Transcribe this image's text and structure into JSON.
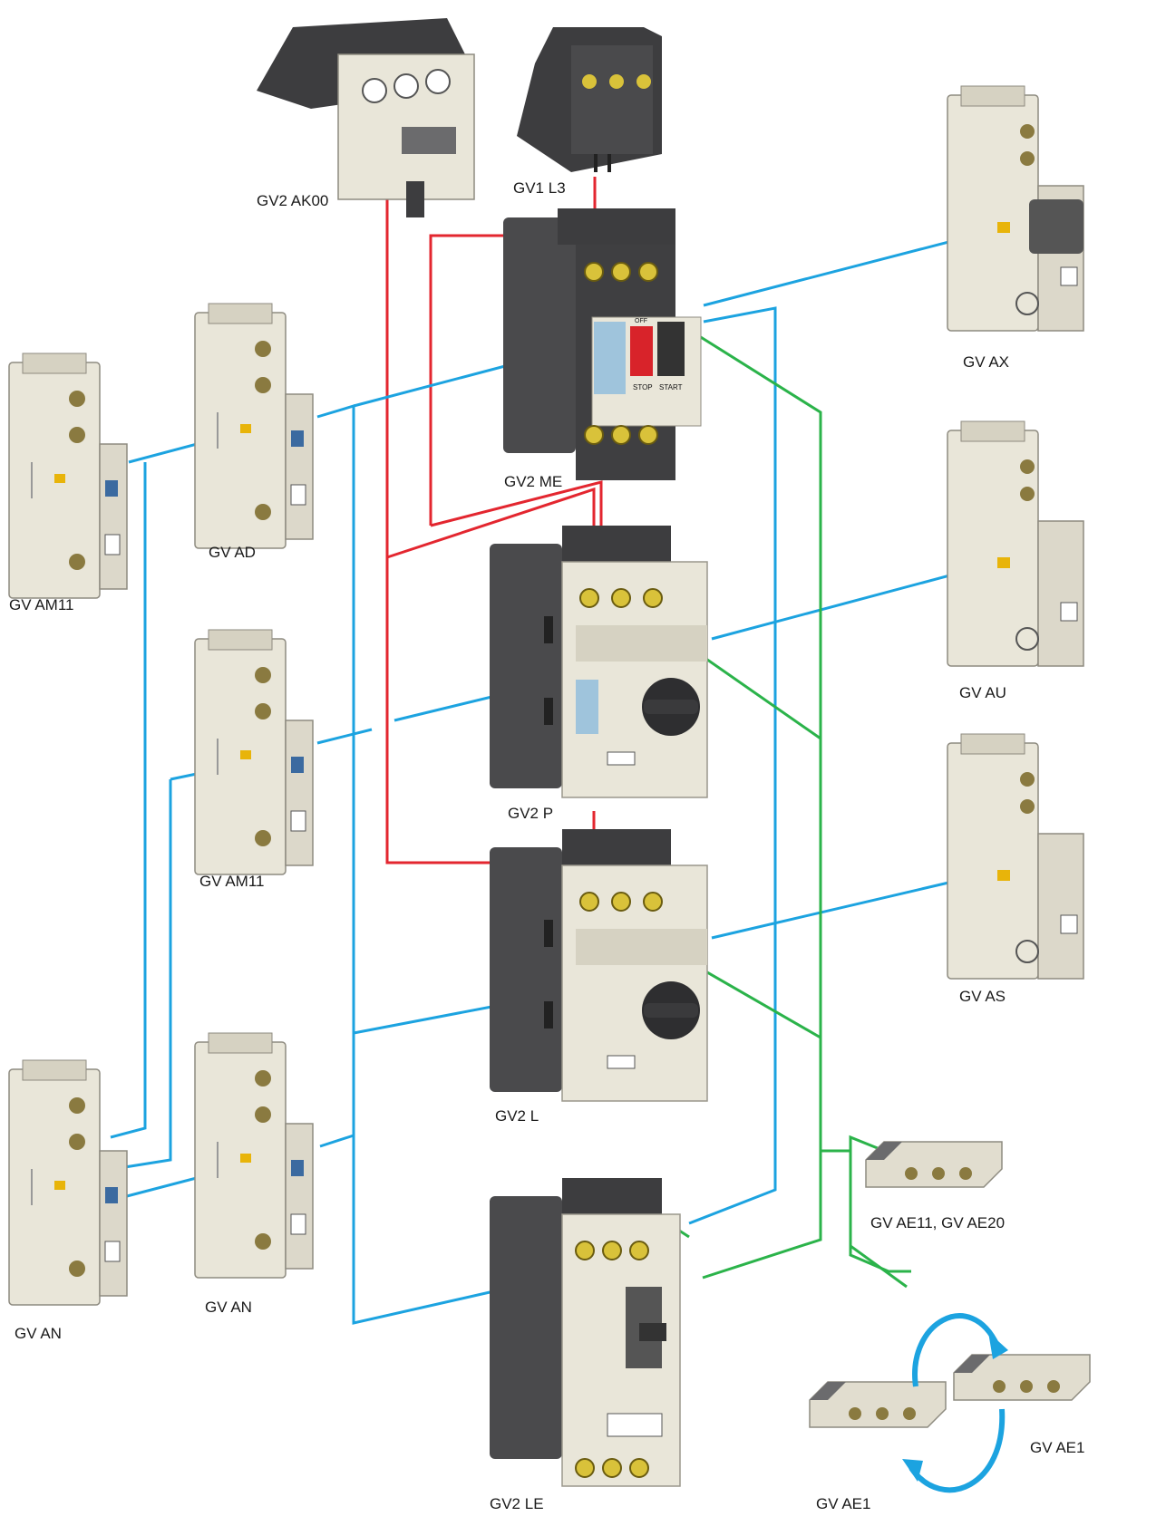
{
  "colors": {
    "red_link": "#e3262f",
    "blue_link": "#1ca3e0",
    "green_link": "#2bb34a",
    "body_dark": "#4a4a4c",
    "body_light": "#e9e6d9",
    "terminal": "#d9c23a"
  },
  "labels": {
    "gv2_ak00": "GV2 AK00",
    "gv1_l3": "GV1 L3",
    "gv_ax": "GV AX",
    "gv2_me": "GV2 ME",
    "gv_ad": "GV AD",
    "gv_am11_top": "GV AM11",
    "gv_au": "GV AU",
    "gv2_p": "GV2 P",
    "gv_am11_mid": "GV AM11",
    "gv_as": "GV AS",
    "gv2_l": "GV2 L",
    "gv_ae11_20": "GV AE11, GV AE20",
    "gv_an_left": "GV AN",
    "gv_an_mid": "GV AN",
    "gv2_le": "GV2 LE",
    "gv_ae1_right": "GV AE1",
    "gv_ae1_bottom": "GV AE1"
  },
  "device_markings": {
    "stop": "STOP",
    "start": "START",
    "off": "OFF"
  },
  "icons": {
    "breaker": "motor-circuit-breaker-icon",
    "aux_block": "auxiliary-contact-block-icon",
    "release": "undervoltage-release-icon",
    "contact": "front-contact-block-icon",
    "swap": "interchange-arrows-icon"
  }
}
